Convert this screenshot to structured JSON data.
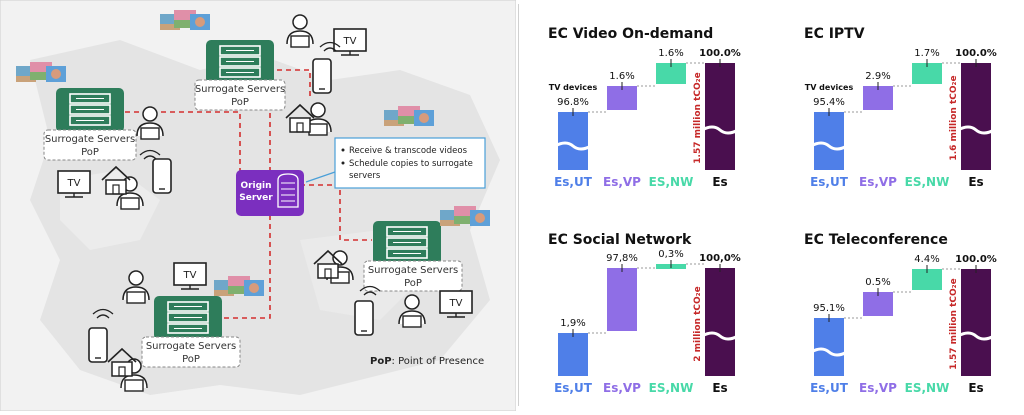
{
  "map": {
    "origin_server": {
      "line1": "Origin",
      "line2": "Server"
    },
    "surrogate_label_1": "Surrogate Servers",
    "surrogate_label_2": "PoP",
    "tv_label": "TV",
    "callout": {
      "item1": "Receive & transcode videos",
      "item2a": "Schedule copies to surrogate",
      "item2b": "servers"
    },
    "legend": {
      "key": "PoP",
      "text": ": Point of Presence"
    },
    "colors": {
      "server": "#2e7d5b",
      "origin": "#7b2fbf",
      "link": "#d32f2f",
      "callout_border": "#4a9fd8"
    }
  },
  "chart_data": [
    {
      "type": "waterfall",
      "title": "EC Video On-demand",
      "categories": [
        "Es,UT",
        "Es,VP",
        "ES,NW",
        "Es"
      ],
      "values": [
        96.8,
        1.6,
        1.6,
        100.0
      ],
      "value_labels": [
        "96.8%",
        "1.6%",
        "1.6%",
        "100.0%"
      ],
      "annotation": "TV devices",
      "total_note": "1.57 million tCO₂e",
      "colors": [
        "#4f7fe8",
        "#8f6ee6",
        "#48d9a8",
        "#4a0f4f"
      ]
    },
    {
      "type": "waterfall",
      "title": "EC IPTV",
      "categories": [
        "Es,UT",
        "Es,VP",
        "ES,NW",
        "Es"
      ],
      "values": [
        95.4,
        2.9,
        1.7,
        100.0
      ],
      "value_labels": [
        "95.4%",
        "2.9%",
        "1.7%",
        "100.0%"
      ],
      "annotation": "TV devices",
      "total_note": "1.6 million tCO₂e",
      "colors": [
        "#4f7fe8",
        "#8f6ee6",
        "#48d9a8",
        "#4a0f4f"
      ]
    },
    {
      "type": "waterfall",
      "title": "EC Social Network",
      "categories": [
        "Es,UT",
        "Es,VP",
        "ES,NW",
        "Es"
      ],
      "values": [
        1.9,
        97.8,
        0.3,
        100.0
      ],
      "value_labels": [
        "1,9%",
        "97,8%",
        "0,3%",
        "100,0%"
      ],
      "annotation": "",
      "total_note": "2 million tCO₂e",
      "colors": [
        "#4f7fe8",
        "#8f6ee6",
        "#48d9a8",
        "#4a0f4f"
      ]
    },
    {
      "type": "waterfall",
      "title": "EC Teleconference",
      "categories": [
        "Es,UT",
        "Es,VP",
        "ES,NW",
        "Es"
      ],
      "values": [
        95.1,
        0.5,
        4.4,
        100.0
      ],
      "value_labels": [
        "95.1%",
        "0.5%",
        "4.4%",
        "100.0%"
      ],
      "annotation": "",
      "total_note": "1.57 million tCO₂e",
      "colors": [
        "#4f7fe8",
        "#8f6ee6",
        "#48d9a8",
        "#4a0f4f"
      ]
    }
  ]
}
